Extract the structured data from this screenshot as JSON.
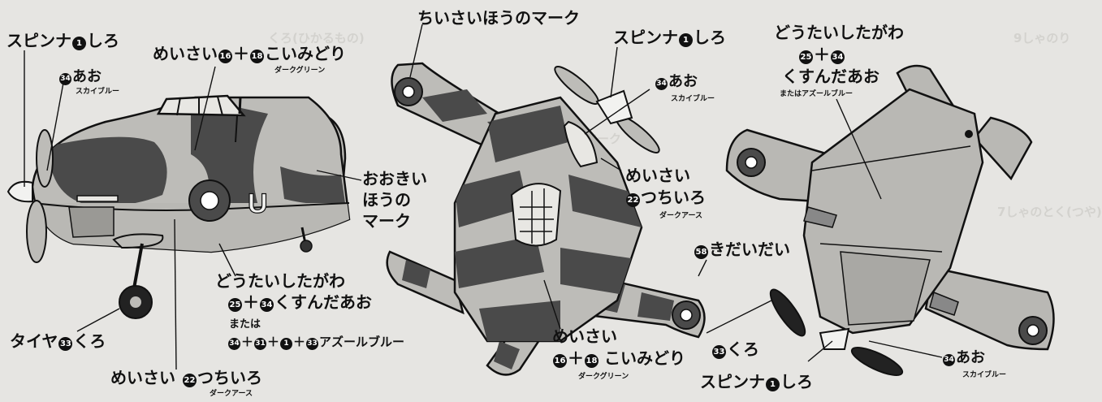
{
  "colors": {
    "camo_dark": "#4a4a4a",
    "camo_light": "#bdbcb8",
    "underside": "#b9b8b4",
    "paper": "#e6e5e2",
    "ink": "#111111"
  },
  "left": {
    "spinner": {
      "text": "スピンナ",
      "num": "1",
      "color": "しろ"
    },
    "sky_blue": {
      "num": "34",
      "color": "あお",
      "sub": "スカイブルー"
    },
    "top_green": {
      "prefix": "めいさい",
      "num1": "16",
      "plus": "＋",
      "num2": "18",
      "color": "こいみどり",
      "sub": "ダークグリーン"
    },
    "big_mark": {
      "line1": "おおきい",
      "line2": "ほうの",
      "line3": "マーク"
    },
    "fuselage_side": {
      "text": "どうたいしたがわ",
      "num1": "25",
      "plus": "＋",
      "num2": "34",
      "color": "くすんだあお",
      "or": "または",
      "mix_n1": "34",
      "mix_n2": "31",
      "mix_n3": "1",
      "mix_n4": "33",
      "mix_color": "アズールブルー"
    },
    "tire": {
      "text": "タイヤ",
      "num": "33",
      "color": "くろ"
    },
    "bottom_camo": {
      "prefix": "めいさい",
      "num": "22",
      "color": "つちいろ",
      "sub": "ダークアース"
    },
    "tail_letter": "U"
  },
  "middle": {
    "small_mark": "ちいさいほうのマーク",
    "spinner": {
      "text": "スピンナ",
      "num": "1",
      "color": "しろ"
    },
    "sky_blue": {
      "num": "34",
      "color": "あお",
      "sub": "スカイブルー"
    },
    "camo_earth": {
      "prefix": "めいさい",
      "num": "22",
      "color": "つちいろ",
      "sub": "ダークアース"
    },
    "camo_green": {
      "prefix": "めいさい",
      "num1": "16",
      "plus": "＋",
      "num2": "18",
      "color": "こいみどり",
      "sub": "ダークグリーン"
    }
  },
  "right": {
    "fuselage_side": {
      "text": "どうたいしたがわ",
      "num1": "25",
      "plus": "＋",
      "num2": "34",
      "color": "くすんだあお",
      "sub": "またはアズールブルー"
    },
    "yellow": {
      "num": "58",
      "color": "きだいだい"
    },
    "black": {
      "num": "33",
      "color": "くろ"
    },
    "spinner": {
      "text": "スピンナ",
      "num": "1",
      "color": "しろ"
    },
    "sky_blue": {
      "num": "34",
      "color": "あお",
      "sub": "スカイブルー"
    }
  },
  "faint": {
    "t1": "くろ(ひかるもの)",
    "t2": "9しゃのり",
    "t3": "7しゃのとく(つや)",
    "t4": "ちいさいマーク"
  }
}
